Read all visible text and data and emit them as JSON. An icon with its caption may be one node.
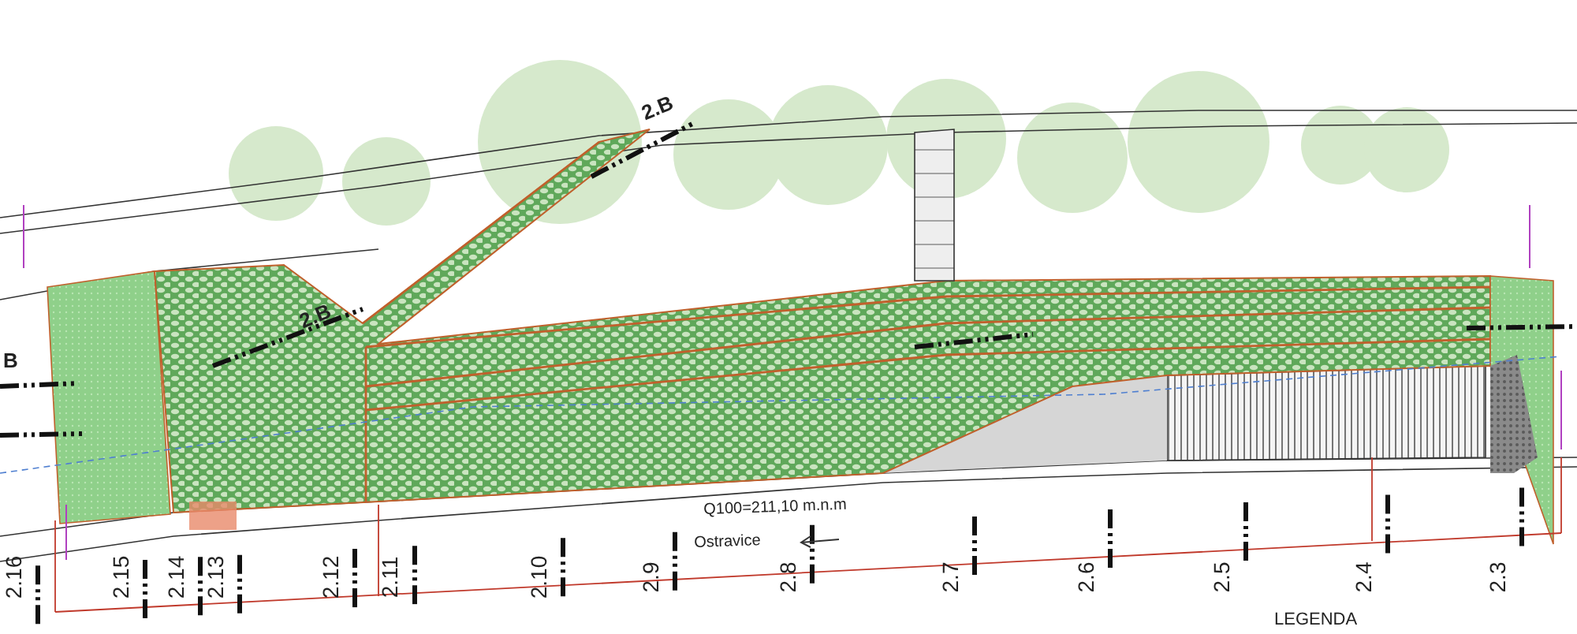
{
  "diagram": {
    "labels": [
      "2.B",
      "B",
      "2.B",
      "Q100=211,10 m.n.m",
      "Ostravice",
      "2.16",
      "2.15",
      "2.14",
      "2.13",
      "2.12",
      "2.11",
      "2.10",
      "2.9",
      "2.8",
      "2.7",
      "2.6",
      "2.5",
      "2.4",
      "2.3",
      "LEGENDA"
    ]
  }
}
